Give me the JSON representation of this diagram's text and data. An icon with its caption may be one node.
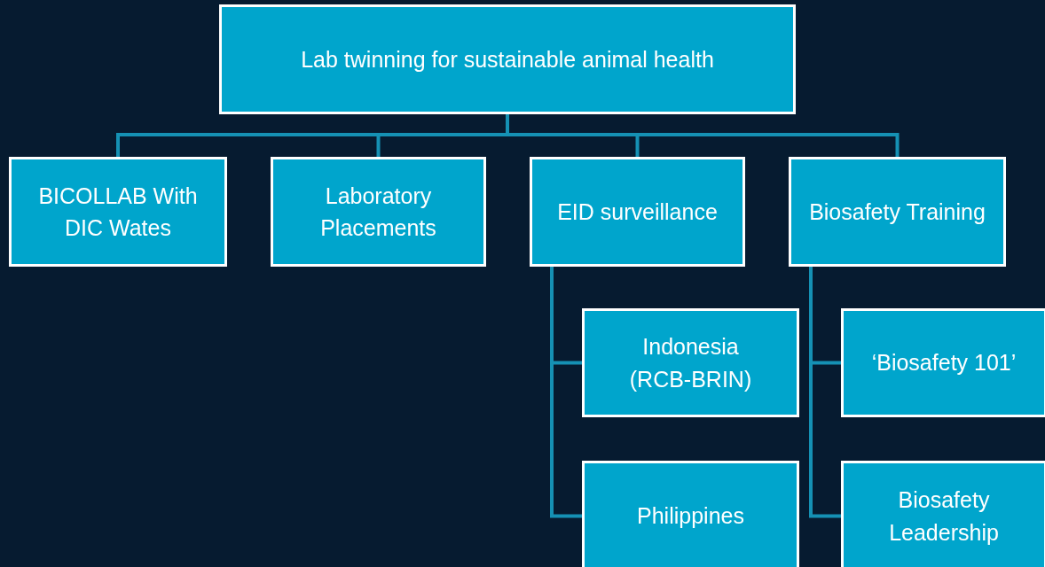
{
  "diagram": {
    "nodes": [
      {
        "text": [
          "Lab twinning for sustainable animal health"
        ]
      },
      {
        "text": [
          "BICOLLAB With DIC Wates"
        ]
      },
      {
        "text": [
          "Laboratory Placements"
        ]
      },
      {
        "text": [
          "EID surveillance"
        ]
      },
      {
        "text": [
          "Biosafety Training"
        ]
      },
      {
        "text": [
          "Indonesia (RCB-BRIN)"
        ]
      },
      {
        "text": [
          "Philippines"
        ]
      },
      {
        "text": [
          "‘Biosafety 101’"
        ]
      },
      {
        "text": [
          "Biosafety Leadership"
        ]
      }
    ],
    "edges": [
      {
        "from": 0,
        "to": 1,
        "arrow": "none"
      },
      {
        "from": 0,
        "to": 2,
        "arrow": "none"
      },
      {
        "from": 0,
        "to": 3,
        "arrow": "none"
      },
      {
        "from": 0,
        "to": 4,
        "arrow": "none"
      },
      {
        "from": 3,
        "to": 5,
        "arrow": "none"
      },
      {
        "from": 3,
        "to": 6,
        "arrow": "none"
      },
      {
        "from": 4,
        "to": 7,
        "arrow": "none"
      },
      {
        "from": 4,
        "to": 8,
        "arrow": "none"
      }
    ]
  }
}
